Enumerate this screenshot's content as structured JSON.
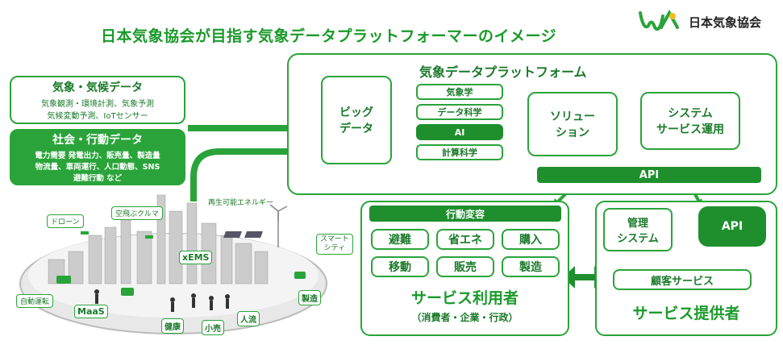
{
  "title": "日本気象協会が目指す気象データプラットフォーマーのイメージ",
  "logo": {
    "mark": "JWA",
    "text": "日本気象協会"
  },
  "weather_data": {
    "heading": "気象・気候データ",
    "line1": "気象観測・環境計測、気象予測",
    "line2": "気候変動予測、IoTセンサー"
  },
  "social_data": {
    "heading": "社会・行動データ",
    "line1": "電力需要 発電出力、販売量、製造量",
    "line2": "物流量、車両運行、人口動態、SNS",
    "line3": "避難行動 など"
  },
  "platform": {
    "heading": "気象データプラットフォーム",
    "big_data": [
      "ビッグ",
      "データ"
    ],
    "sciences": [
      "気象学",
      "データ科学",
      "AI",
      "計算科学"
    ],
    "solution": [
      "ソリュー",
      "ション"
    ],
    "system_ops": [
      "システム",
      "サービス運用"
    ],
    "api": "API"
  },
  "users": {
    "header": "行動変容",
    "actions": [
      "避難",
      "省エネ",
      "購入",
      "移動",
      "販売",
      "製造"
    ],
    "title": "サービス利用者",
    "subtitle": "（消費者・企業・行政）"
  },
  "providers": {
    "mgmt": [
      "管理",
      "システム"
    ],
    "api": "API",
    "customer": "顧客サービス",
    "title": "サービス提供者"
  },
  "city_labels": {
    "drone": "ドローン",
    "flying_car": "空飛ぶクルマ",
    "renewable": "再生可能エネルギー",
    "smart_city": [
      "スマート",
      "シティ"
    ],
    "xems": "xEMS",
    "autonomous": "自動運転",
    "maas": "MaaS",
    "health": "健康",
    "retail": "小売",
    "people_flow": "人流",
    "manufacturing": "製造"
  },
  "colors": {
    "primary": "#2aa43a",
    "dark": "#1f8f2e",
    "text": "#1a7a2a"
  }
}
